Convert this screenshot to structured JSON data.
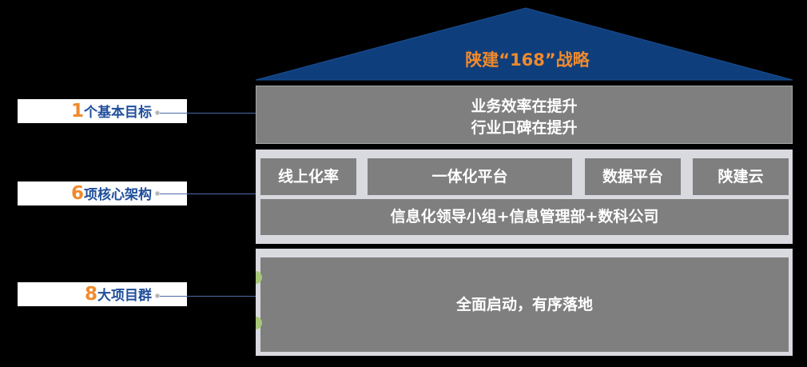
{
  "roof": {
    "title": "陕建“168”战略"
  },
  "goal": {
    "line1": "业务效率在提升",
    "line2": "行业口碑在提升"
  },
  "architecture": {
    "modules": [
      "线上化率",
      "一体化平台",
      "数据平台",
      "陕建云"
    ],
    "org": "信息化领导小组+信息管理部+数科公司"
  },
  "projects": {
    "text": "全面启动，有序落地"
  },
  "labels": [
    {
      "num": "1",
      "text": "个基本目标"
    },
    {
      "num": "6",
      "text": "项核心架构"
    },
    {
      "num": "8",
      "text": "大项目群"
    }
  ],
  "colors": {
    "roof": "#0f3e7c",
    "accent": "#f08a2c",
    "label_text": "#1f4e9a",
    "box": "#7f7f7f",
    "band": "#d9d9e0"
  }
}
